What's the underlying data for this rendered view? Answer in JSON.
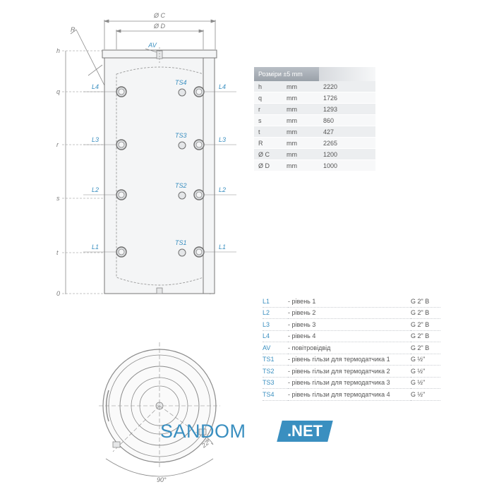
{
  "drawing": {
    "dim_c": "Ø C",
    "dim_d": "Ø D",
    "dim_r": "R",
    "vent_label": "AV",
    "height_marks": [
      {
        "label": "h"
      },
      {
        "label": "q"
      },
      {
        "label": "r"
      },
      {
        "label": "s"
      },
      {
        "label": "t"
      },
      {
        "label": "0"
      }
    ],
    "connections_left": [
      "L4",
      "L3",
      "L2",
      "L1"
    ],
    "sensors": [
      "TS4",
      "TS3",
      "TS2",
      "TS1"
    ],
    "connections_right": [
      "L4",
      "L3",
      "L2",
      "L1"
    ],
    "bottom_angle_small": "22°",
    "bottom_angle_large": "90°"
  },
  "spec_table": {
    "header": "Розміри ±5 mm",
    "rows": [
      {
        "symbol": "h",
        "unit": "mm",
        "value": "2220"
      },
      {
        "symbol": "q",
        "unit": "mm",
        "value": "1726"
      },
      {
        "symbol": "r",
        "unit": "mm",
        "value": "1293"
      },
      {
        "symbol": "s",
        "unit": "mm",
        "value": "860"
      },
      {
        "symbol": "t",
        "unit": "mm",
        "value": "427"
      },
      {
        "symbol": "R",
        "unit": "mm",
        "value": "2265"
      },
      {
        "symbol": "Ø C",
        "unit": "mm",
        "value": "1200"
      },
      {
        "symbol": "Ø D",
        "unit": "mm",
        "value": "1000"
      }
    ]
  },
  "legend": [
    {
      "code": "L1",
      "description": "- рівень 1",
      "thread": "G 2\" В"
    },
    {
      "code": "L2",
      "description": "- рівень 2",
      "thread": "G 2\" В"
    },
    {
      "code": "L3",
      "description": "- рівень 3",
      "thread": "G 2\" В"
    },
    {
      "code": "L4",
      "description": "- рівень 4",
      "thread": "G 2\" В"
    },
    {
      "code": "AV",
      "description": "- повітровідвід",
      "thread": "G 2\" В"
    },
    {
      "code": "TS1",
      "description": "- рівень гільзи для термодатчика 1",
      "thread": "G ½\""
    },
    {
      "code": "TS2",
      "description": "- рівень гільзи для термодатчика 2",
      "thread": "G ½\""
    },
    {
      "code": "TS3",
      "description": "- рівень гільзи для термодатчика 3",
      "thread": "G ½\""
    },
    {
      "code": "TS4",
      "description": "- рівень гільзи для термодатчика 4",
      "thread": "G ½\""
    }
  ],
  "logo": {
    "main": "SANDOM",
    "badge": ".NET"
  },
  "colors": {
    "accent": "#3a8fc0",
    "line": "#8a8a8a",
    "header": "#a6acb3"
  }
}
